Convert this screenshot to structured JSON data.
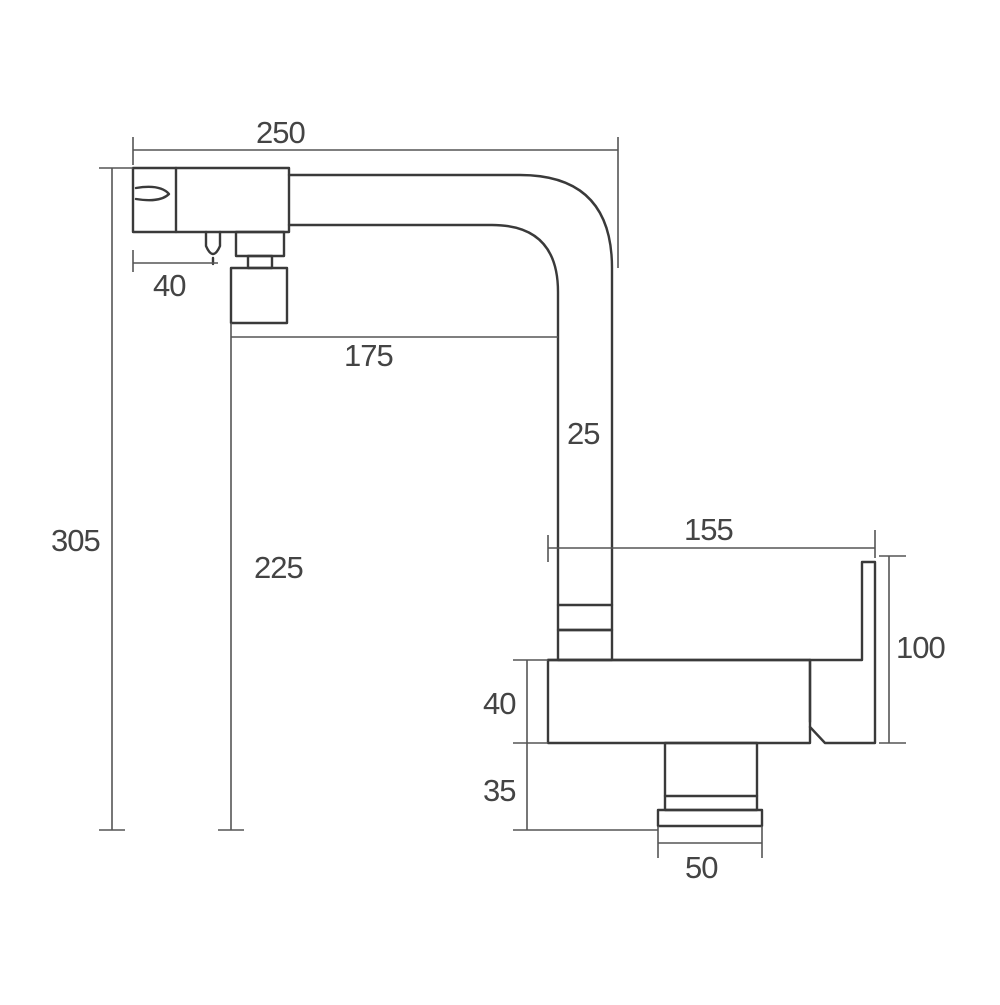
{
  "colors": {
    "outline": "#3a3a3a",
    "dimension_line": "#555555",
    "text": "#444444",
    "background": "#ffffff"
  },
  "dimensions": {
    "overall_width": "250",
    "aerator_offset": "40",
    "spout_reach": "175",
    "spout_diameter": "25",
    "overall_height": "305",
    "spout_clearance": "225",
    "handle_reach": "155",
    "handle_height": "100",
    "base_height": "40",
    "shank_height": "35",
    "shank_diameter": "50"
  }
}
